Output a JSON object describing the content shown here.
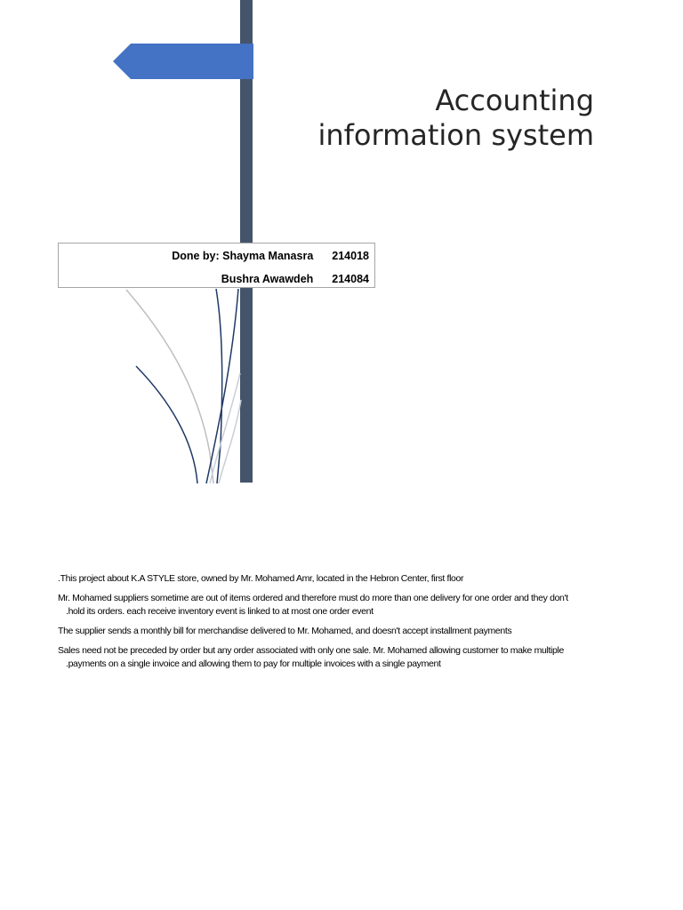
{
  "document": {
    "title_lines": [
      "Accounting",
      "information system"
    ],
    "authors": [
      {
        "label": "Done by: Shayma Manasra",
        "id": "214018"
      },
      {
        "label": "Bushra Awawdeh",
        "id": "214084"
      }
    ],
    "paragraphs": [
      {
        "lines": [
          ".This project about K.A STYLE store, owned by Mr. Mohamed Amr, located in the Hebron Center, first floor"
        ]
      },
      {
        "lines": [
          "Mr. Mohamed suppliers sometime are out of items ordered and therefore must do more than one delivery for one order and they don't",
          ".hold its orders. each receive inventory event is linked to at most one order event"
        ]
      },
      {
        "lines": [
          "The supplier sends a monthly bill for merchandise delivered to Mr. Mohamed, and doesn't accept installment payments"
        ]
      },
      {
        "lines": [
          "Sales need not be preceded by order but any order associated with only one sale. Mr. Mohamed allowing customer to make multiple",
          ".payments on a single invoice and allowing them to pay for multiple invoices with a single payment"
        ]
      }
    ]
  },
  "colors": {
    "bar": "#44546a",
    "banner": "#4472c4",
    "curve_dark": "#1f3864",
    "curve_light": "#bfbfbf",
    "title_text": "#262626"
  }
}
